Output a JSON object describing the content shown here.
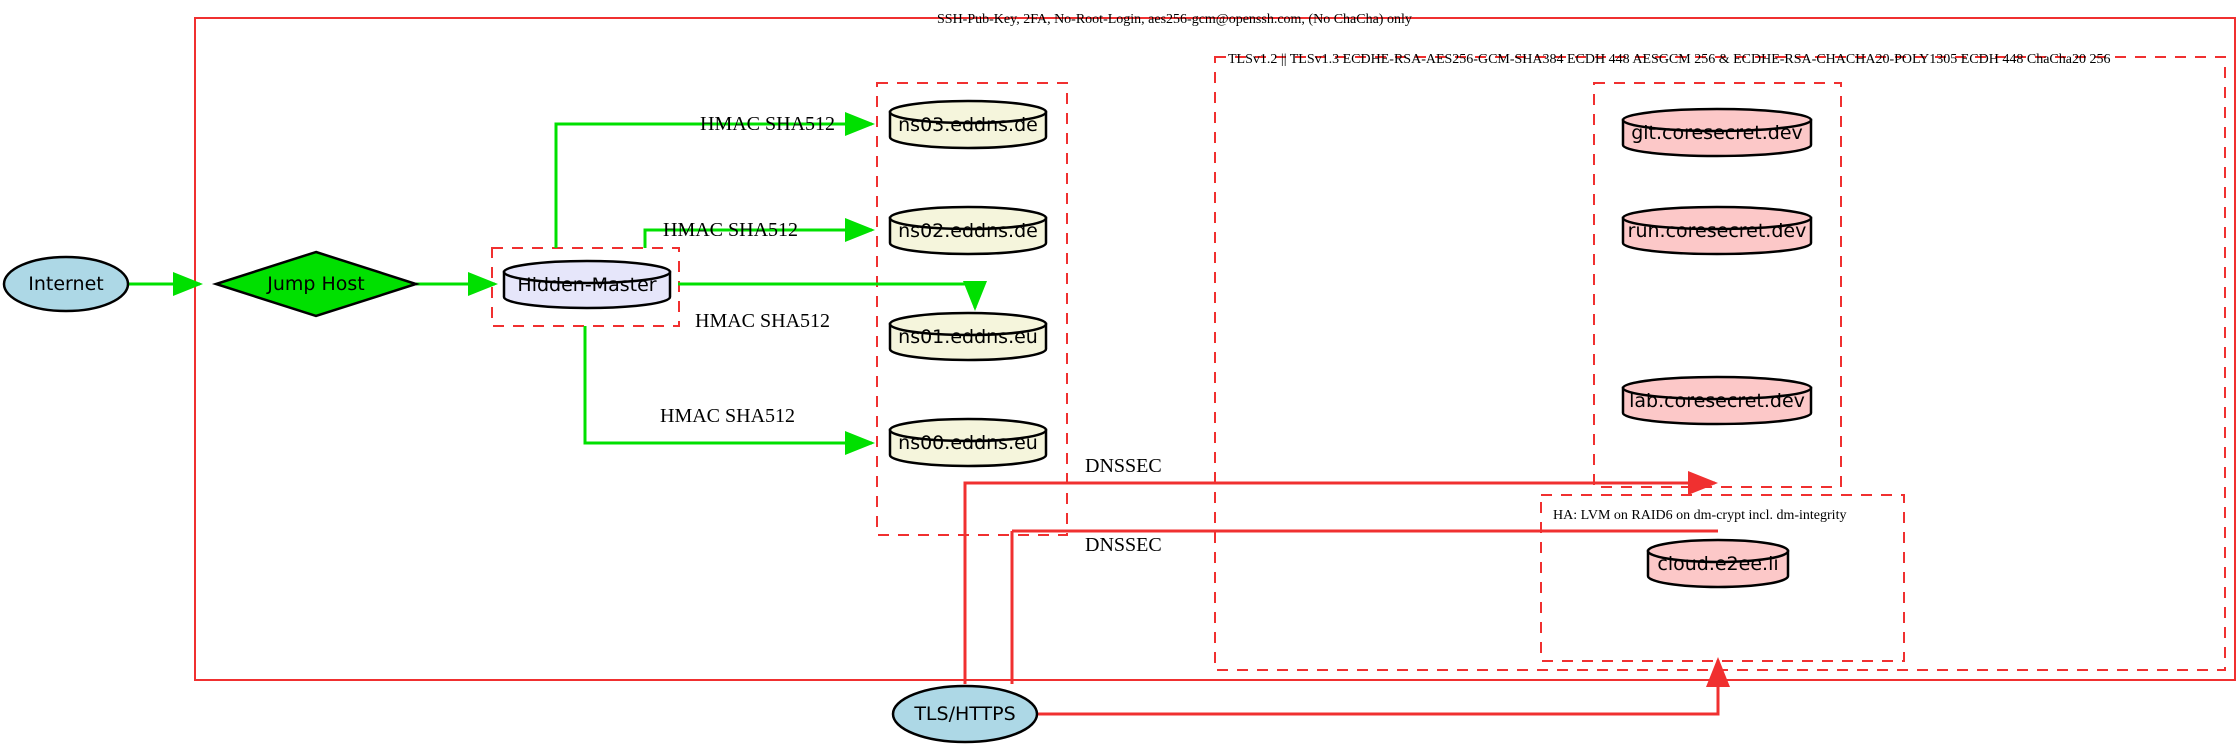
{
  "diagram": {
    "title_label": "SSH-Pub-Key, 2FA, No-Root-Login, aes256-gcm@openssh.com, (No ChaCha) only",
    "clusters": [
      {
        "id": "outer",
        "label": "SSH-Pub-Key, 2FA, No-Root-Login, aes256-gcm@openssh.com, (No ChaCha) only"
      },
      {
        "id": "tls",
        "label": "TLSv1.2 || TLSv1.3 ECDHE-RSA-AES256-GCM-SHA384 ECDH 448 AESGCM 256 & ECDHE-RSA-CHACHA20-POLY1305 ECDH 448 ChaCha20 256"
      },
      {
        "id": "ha",
        "label": "HA: LVM on RAID6 on dm-crypt incl. dm-integrity"
      },
      {
        "id": "dns",
        "label": ""
      },
      {
        "id": "master",
        "label": ""
      },
      {
        "id": "coresecret",
        "label": ""
      }
    ],
    "nodes": [
      {
        "id": "internet",
        "label": "Internet",
        "shape": "ellipse",
        "fill": "#add8e6"
      },
      {
        "id": "jumphost",
        "label": "Jump Host",
        "shape": "diamond",
        "fill": "#00e000"
      },
      {
        "id": "master",
        "label": "Hidden-Master",
        "shape": "cylinder",
        "fill": "#e6e6fa"
      },
      {
        "id": "ns03",
        "label": "ns03.eddns.de",
        "shape": "cylinder",
        "fill": "#f5f5dc"
      },
      {
        "id": "ns02",
        "label": "ns02.eddns.de",
        "shape": "cylinder",
        "fill": "#f5f5dc"
      },
      {
        "id": "ns01",
        "label": "ns01.eddns.eu",
        "shape": "cylinder",
        "fill": "#f5f5dc"
      },
      {
        "id": "ns00",
        "label": "ns00.eddns.eu",
        "shape": "cylinder",
        "fill": "#f5f5dc"
      },
      {
        "id": "git",
        "label": "git.coresecret.dev",
        "shape": "cylinder",
        "fill": "#fcc8c8"
      },
      {
        "id": "run",
        "label": "run.coresecret.dev",
        "shape": "cylinder",
        "fill": "#fcc8c8"
      },
      {
        "id": "lab",
        "label": "lab.coresecret.dev",
        "shape": "cylinder",
        "fill": "#fcc8c8"
      },
      {
        "id": "cloud",
        "label": "cloud.e2ee.li",
        "shape": "cylinder",
        "fill": "#fcc8c8"
      },
      {
        "id": "tlshttps",
        "label": "TLS/HTTPS",
        "shape": "ellipse",
        "fill": "#add8e6"
      }
    ],
    "edges": [
      {
        "from": "internet",
        "to": "jumphost",
        "label": "",
        "color": "#00e000"
      },
      {
        "from": "jumphost",
        "to": "master",
        "label": "",
        "color": "#00e000"
      },
      {
        "from": "master",
        "to": "ns03",
        "label": "HMAC SHA512",
        "color": "#00e000"
      },
      {
        "from": "master",
        "to": "ns02",
        "label": "HMAC SHA512",
        "color": "#00e000"
      },
      {
        "from": "master",
        "to": "ns01",
        "label": "HMAC SHA512",
        "color": "#00e000"
      },
      {
        "from": "master",
        "to": "ns00",
        "label": "HMAC SHA512",
        "color": "#00e000"
      },
      {
        "from": "tlshttps",
        "to": "coresecret",
        "label": "DNSSEC",
        "color": "#f03030"
      },
      {
        "from": "tlshttps",
        "to": "ha",
        "label": "DNSSEC",
        "color": "#f03030"
      }
    ],
    "colors": {
      "accent_red": "#f03030",
      "edge_green": "#00e000",
      "ellipse_blue": "#add8e6",
      "diamond_green": "#00e000",
      "cyl_lavender": "#e6e6fa",
      "cyl_beige": "#f5f5dc",
      "cyl_pink": "#fcc8c8"
    }
  }
}
